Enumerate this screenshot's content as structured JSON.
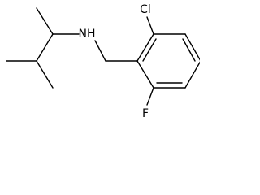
{
  "molecule": {
    "atoms": {
      "nitrogen": "NH",
      "chlorine": "Cl",
      "fluorine": "F"
    }
  },
  "colors": {
    "bond": "#000000",
    "text": "#000000",
    "background": "#ffffff"
  }
}
